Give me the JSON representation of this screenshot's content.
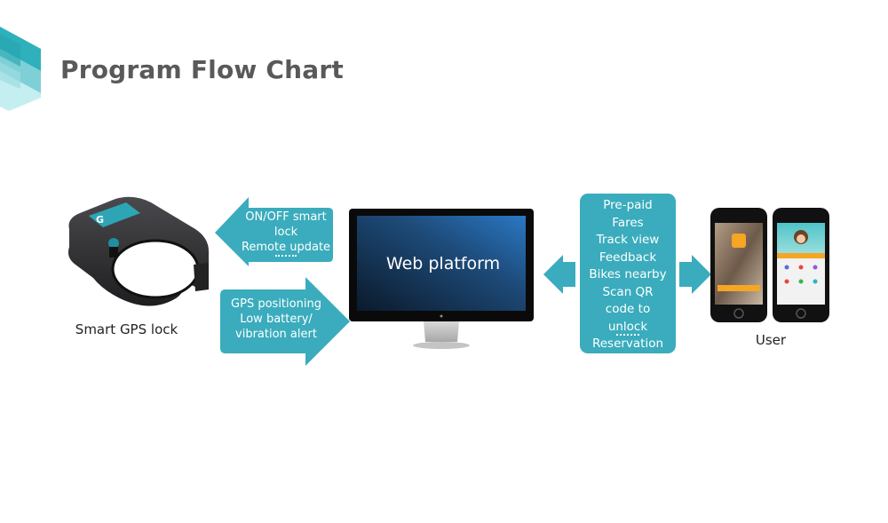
{
  "title": "Program Flow Chart",
  "colors": {
    "accent": "#3aacbd",
    "title_text": "#595959",
    "arrow_text": "#ffffff"
  },
  "nodes": {
    "lock": {
      "label": "Smart GPS lock",
      "icon": "smart-lock-image"
    },
    "platform": {
      "label": "Web platform",
      "icon": "monitor-image"
    },
    "user": {
      "label": "User",
      "icon": "smartphones-image"
    }
  },
  "arrows": {
    "platform_to_lock": {
      "direction": "left",
      "lines": [
        "ON/OFF smart",
        "lock",
        "Remote update"
      ],
      "ellipsis": "......"
    },
    "lock_to_platform": {
      "direction": "right",
      "lines": [
        "GPS positioning",
        "Low battery/",
        "vibration alert"
      ]
    },
    "user_platform": {
      "direction": "bidirectional",
      "lines": [
        "Pre-paid",
        "Fares",
        "Track view",
        "Feedback",
        "Bikes nearby",
        "Scan QR",
        "code to",
        "unlock",
        "Reservation"
      ],
      "ellipsis": "........"
    }
  }
}
